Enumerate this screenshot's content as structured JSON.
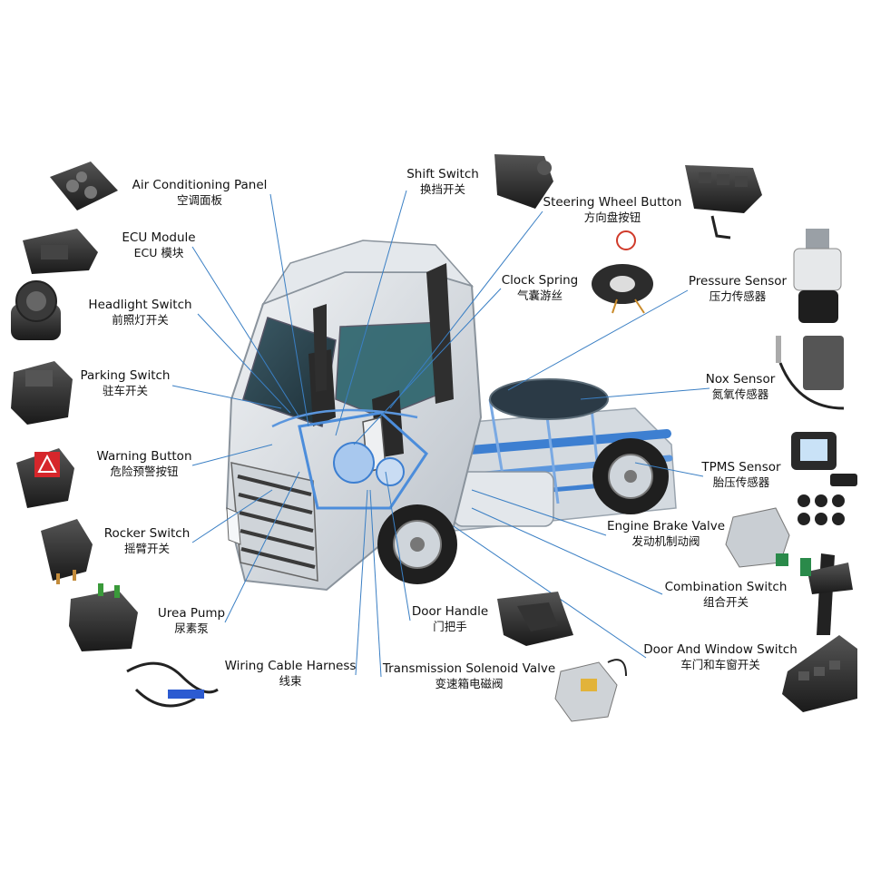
{
  "accent_line_color": "#3a7fc4",
  "body_color": "#d9dde2",
  "frame_color": "#3d7fd1",
  "components": [
    {
      "id": "ac-panel",
      "en": "Air Conditioning Panel",
      "zh": "空调面板",
      "icon": "ac-panel-icon"
    },
    {
      "id": "ecu",
      "en": "ECU Module",
      "zh": "ECU 模块",
      "icon": "ecu-module-icon"
    },
    {
      "id": "headlight",
      "en": "Headlight Switch",
      "zh": "前照灯开关",
      "icon": "headlight-switch-icon"
    },
    {
      "id": "parking",
      "en": "Parking Switch",
      "zh": "驻车开关",
      "icon": "parking-switch-icon"
    },
    {
      "id": "warning",
      "en": "Warning Button",
      "zh": "危险预警按钮",
      "icon": "warning-button-icon"
    },
    {
      "id": "rocker",
      "en": "Rocker Switch",
      "zh": "摇臂开关",
      "icon": "rocker-switch-icon"
    },
    {
      "id": "urea",
      "en": "Urea Pump",
      "zh": "尿素泵",
      "icon": "urea-pump-icon"
    },
    {
      "id": "harness",
      "en": "Wiring Cable Harness",
      "zh": "线束",
      "icon": "wiring-harness-icon"
    },
    {
      "id": "shift",
      "en": "Shift Switch",
      "zh": "换挡开关",
      "icon": "shift-switch-icon"
    },
    {
      "id": "steering",
      "en": "Steering Wheel Button",
      "zh": "方向盘按钮",
      "icon": "steering-button-icon"
    },
    {
      "id": "clock",
      "en": "Clock Spring",
      "zh": "气囊游丝",
      "icon": "clock-spring-icon"
    },
    {
      "id": "pressure",
      "en": "Pressure Sensor",
      "zh": "压力传感器",
      "icon": "pressure-sensor-icon"
    },
    {
      "id": "nox",
      "en": "Nox Sensor",
      "zh": "氮氧传感器",
      "icon": "nox-sensor-icon"
    },
    {
      "id": "tpms",
      "en": "TPMS Sensor",
      "zh": "胎压传感器",
      "icon": "tpms-sensor-icon"
    },
    {
      "id": "brake",
      "en": "Engine Brake Valve",
      "zh": "发动机制动阀",
      "icon": "brake-valve-icon"
    },
    {
      "id": "combination",
      "en": "Combination Switch",
      "zh": "组合开关",
      "icon": "combination-switch-icon"
    },
    {
      "id": "door-window",
      "en": "Door And Window Switch",
      "zh": "车门和车窗开关",
      "icon": "door-window-switch-icon"
    },
    {
      "id": "door-handle",
      "en": "Door Handle",
      "zh": "门把手",
      "icon": "door-handle-icon"
    },
    {
      "id": "solenoid",
      "en": "Transmission Solenoid Valve",
      "zh": "变速箱电磁阀",
      "icon": "solenoid-valve-icon"
    }
  ]
}
